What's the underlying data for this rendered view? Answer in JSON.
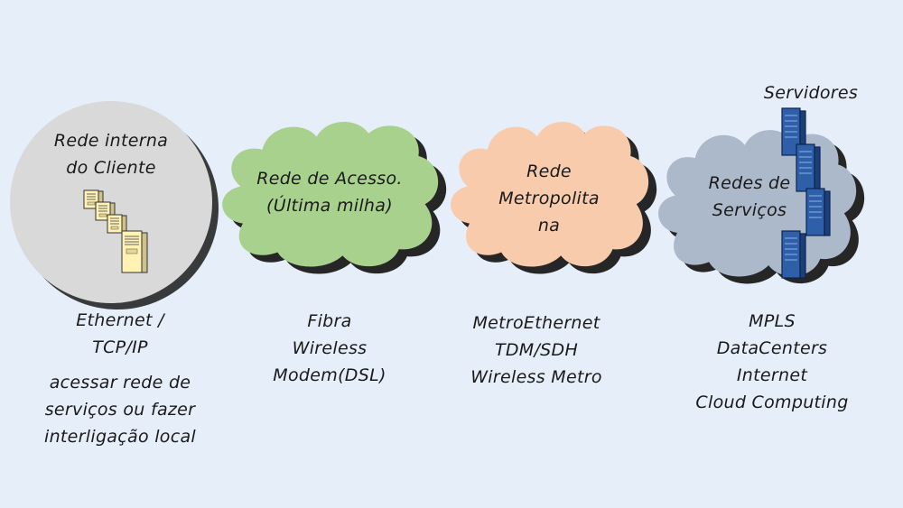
{
  "nodes": {
    "client": {
      "title_line1": "Rede interna",
      "title_line2": "do Cliente",
      "tech_line1": "Ethernet /",
      "tech_line2": "TCP/IP",
      "desc_line1": "acessar rede de",
      "desc_line2": "serviços ou fazer",
      "desc_line3": "interligação local",
      "fill": "#d9d9d9"
    },
    "access": {
      "title_line1": "Rede de Acesso.",
      "title_line2": "(Última milha)",
      "tech_line1": "Fibra",
      "tech_line2": "Wireless",
      "tech_line3": "Modem(DSL)",
      "fill": "#a9d18e"
    },
    "metro": {
      "title_line1": "Rede",
      "title_line2": "Metropolita",
      "title_line3": "na",
      "tech_line1": "MetroEthernet",
      "tech_line2": "TDM/SDH",
      "tech_line3": "Wireless Metro",
      "fill": "#f8cbad"
    },
    "services": {
      "title_line1": "Redes de",
      "title_line2": "Serviços",
      "servers_label": "Servidores",
      "tech_line1": "MPLS",
      "tech_line2": "DataCenters",
      "tech_line3": "Internet",
      "tech_line4": "Cloud Computing",
      "fill": "#acb9ca"
    }
  },
  "colors": {
    "background": "#e6eef9",
    "shadow": "#262626",
    "computer_fill": "#fff2b3",
    "server_fill": "#2e5fa8"
  },
  "icons": {
    "client": "desktop-computers-icon",
    "services": "server-rack-icon"
  }
}
